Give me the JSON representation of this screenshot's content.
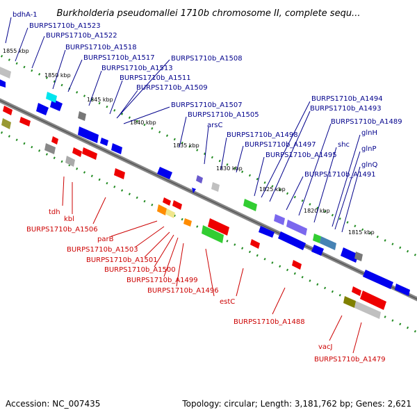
{
  "title": "Burkholderia pseudomallei 1710b chromosome II, complete sequ...",
  "footer": {
    "accession": "Accession: NC_007435",
    "topology": "Topology: circular; Length: 3,181,762 bp; Genes: 2,621"
  },
  "ticks": [
    "1855 kbp",
    "1850 kbp",
    "1845 kbp",
    "1840 kbp",
    "1835 kbp",
    "1830 kbp",
    "1825 kbp",
    "1820 kbp",
    "1815 kbp"
  ],
  "labels_top": [
    "bdhA-1",
    "BURPS1710b_A1523",
    "BURPS1710b_A1522",
    "BURPS1710b_A1518",
    "BURPS1710b_A1517",
    "BURPS1710b_A1513",
    "BURPS1710b_A1511",
    "BURPS1710b_A1509",
    "BURPS1710b_A1508",
    "BURPS1710b_A1507",
    "BURPS1710b_A1505",
    "arsC",
    "BURPS1710b_A1498",
    "BURPS1710b_A1497",
    "BURPS1710b_A1495",
    "BURPS1710b_A1494",
    "BURPS1710b_A1493",
    "BURPS1710b_A1489",
    "glnH",
    "glnP",
    "glnQ",
    "shc",
    "BURPS1710b_A1491"
  ],
  "labels_bottom": [
    "tdh",
    "kbl",
    "BURPS1710b_A1506",
    "parB",
    "BURPS1710b_A1503",
    "BURPS1710b_A1501",
    "BURPS1710b_A1500",
    "BURPS1710b_A1499",
    "BURPS1710b_A1496",
    "estC",
    "BURPS1710b_A1488",
    "vacJ",
    "BURPS1710b_A1479"
  ],
  "colors": {
    "label_top": "#00008b",
    "label_bottom": "#cc0000",
    "backbone": "#888888",
    "forward": "#0000ee",
    "reverse": "#ee0000",
    "tick": "#228b22"
  }
}
